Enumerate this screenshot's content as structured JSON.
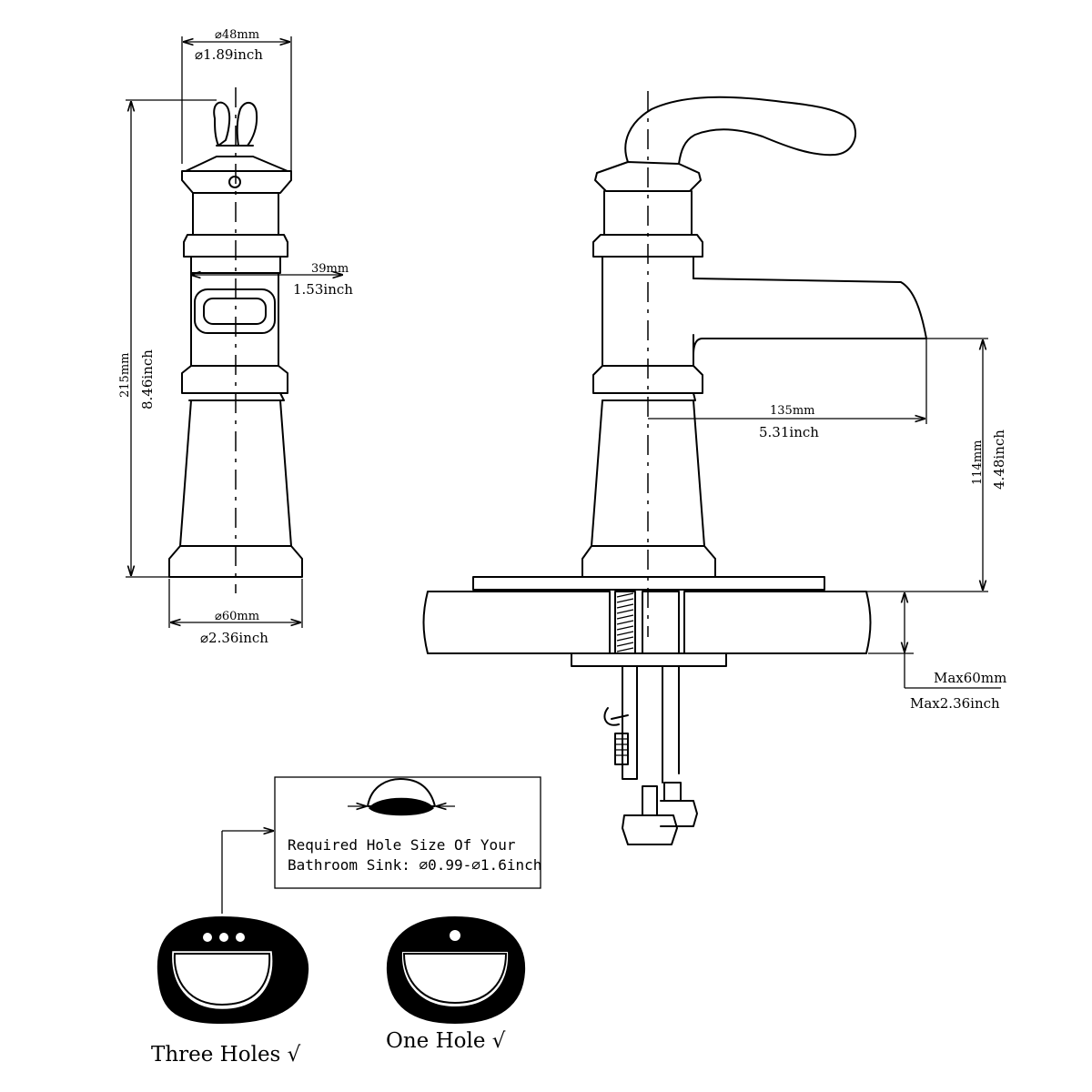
{
  "front_view": {
    "top_width": {
      "mm": "⌀48mm",
      "inch": "⌀1.89inch"
    },
    "body_width": {
      "mm": "39mm",
      "inch": "1.53inch"
    },
    "total_height": {
      "mm": "215mm",
      "inch": "8.46inch"
    },
    "base_width": {
      "mm": "⌀60mm",
      "inch": "⌀2.36inch"
    }
  },
  "side_view": {
    "spout_reach": {
      "mm": "135mm",
      "inch": "5.31inch"
    },
    "spout_height": {
      "mm": "114mm",
      "inch": "4.48inch"
    },
    "deck_thickness": {
      "mm": "Max60mm",
      "inch": "Max2.36inch"
    }
  },
  "hole_note": {
    "line1": "Required Hole Size Of Your",
    "line2": "Bathroom Sink: ⌀0.99-⌀1.6inch"
  },
  "sinks": {
    "three_holes": "Three Holes √",
    "one_hole": "One Hole  √"
  }
}
